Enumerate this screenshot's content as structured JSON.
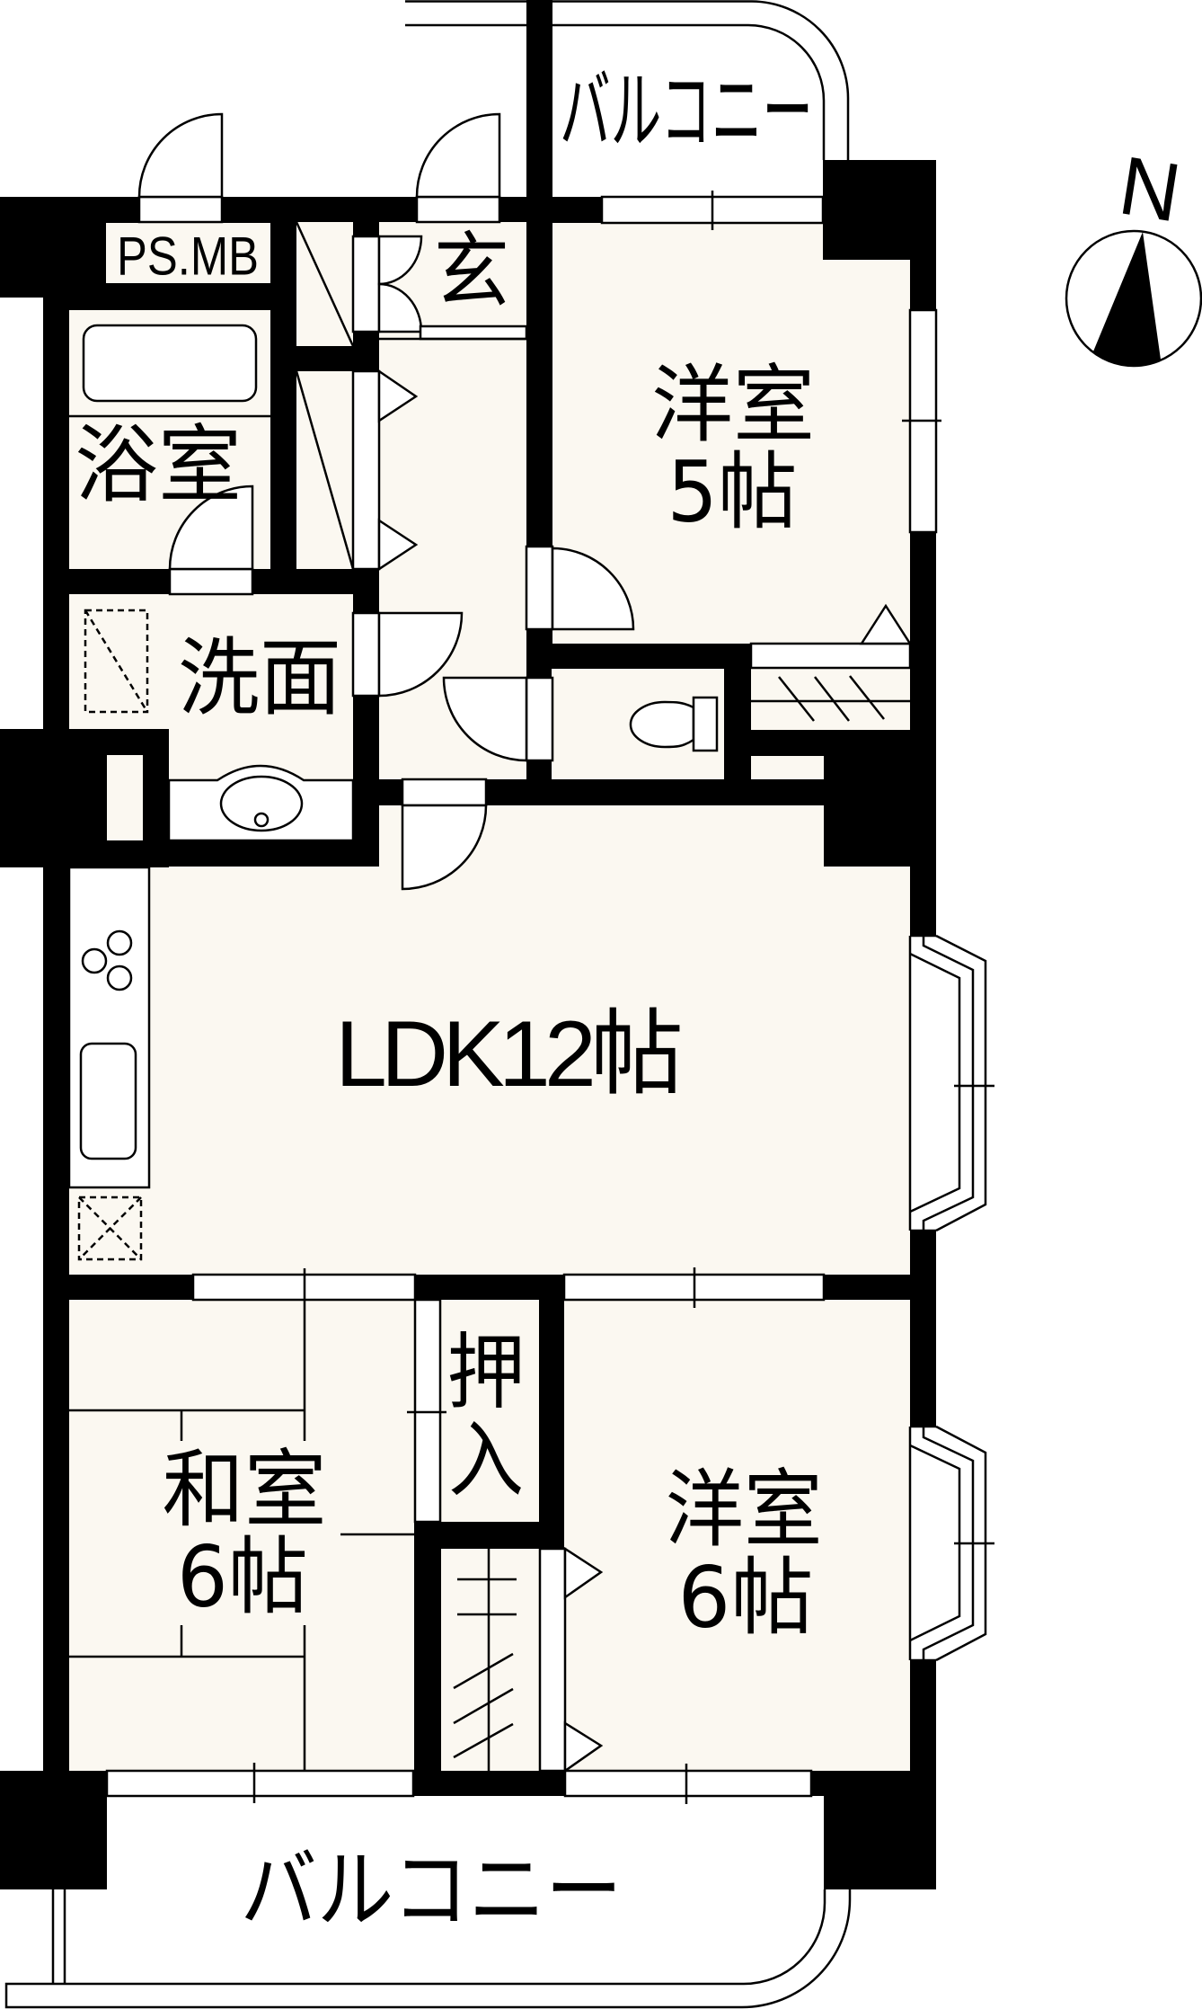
{
  "colors": {
    "floor": "#FBF8F1",
    "wall": "#000000",
    "opening": "#FFFFFF"
  },
  "compass": {
    "label": "N"
  },
  "balcony_top": {
    "label": "バルコニー"
  },
  "balcony_bottom": {
    "label": "バルコニー"
  },
  "rooms": {
    "ps_mb": {
      "label": "PS.MB"
    },
    "bathroom": {
      "label": "浴室"
    },
    "entrance": {
      "label": "玄"
    },
    "western_room_north": {
      "label": "洋室",
      "size": "5帖"
    },
    "washroom": {
      "label": "洗面"
    },
    "ldk": {
      "label": "LDK12帖"
    },
    "japanese_room": {
      "label": "和室",
      "size": "6帖"
    },
    "oshiire": {
      "label_top": "押",
      "label_bottom": "入"
    },
    "western_room_south": {
      "label": "洋室",
      "size": "6帖"
    }
  }
}
